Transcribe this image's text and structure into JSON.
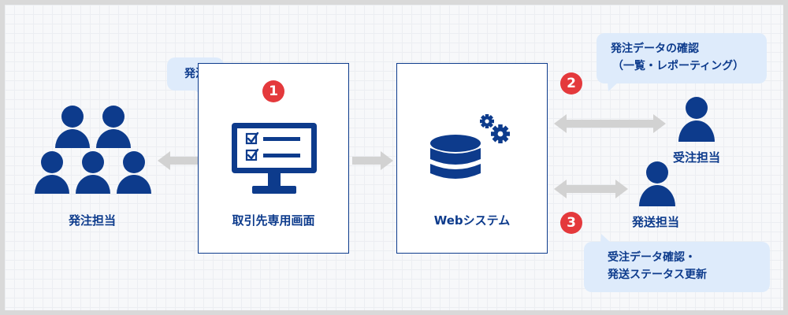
{
  "actors": {
    "ordering_staff": "発注担当",
    "receiving_staff": "受注担当",
    "shipping_staff": "発送担当"
  },
  "nodes": {
    "partner_screen": "取引先専用画面",
    "web_system": "Webシステム"
  },
  "bubbles": {
    "order": "発注",
    "confirm_line1": "発注データの確認",
    "confirm_line2": "（一覧・レポーティング）",
    "status_line1": "受注データ確認・",
    "status_line2": "発送ステータス更新"
  },
  "steps": [
    "1",
    "2",
    "3"
  ],
  "colors": {
    "primary": "#0d3b8c",
    "badge": "#e4393c",
    "bubble": "#deebfb",
    "arrow": "#d2d2d2"
  },
  "icons": {
    "people_group": "people-group-icon",
    "monitor": "monitor-checklist-icon",
    "database": "database-gear-icon",
    "person": "person-icon"
  }
}
